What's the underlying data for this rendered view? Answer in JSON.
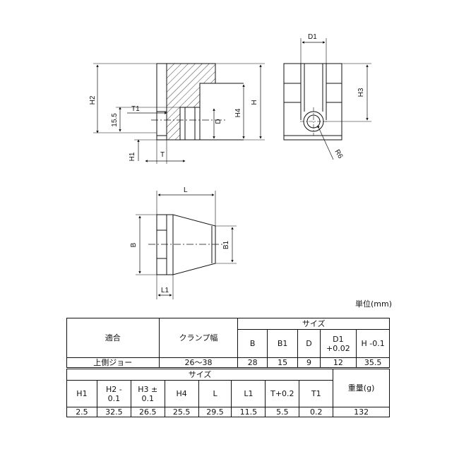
{
  "drawing": {
    "front": {
      "h2": "H2",
      "d155": "15.5",
      "t1": "T1",
      "d": "D",
      "h4": "H4",
      "h": "H",
      "h1": "H1",
      "t": "T"
    },
    "side": {
      "d1": "D1",
      "h3": "H3",
      "r6": "R6"
    },
    "plan": {
      "l": "L",
      "b": "B",
      "b1": "B1",
      "l1": "L1"
    }
  },
  "unit": "単位(mm)",
  "table1": {
    "col_fit": "適合",
    "col_clamp": "クランプ幅",
    "size_header": "サイズ",
    "sub": [
      "B",
      "B1",
      "D",
      "D1\n+0.02",
      "H -0.1"
    ],
    "row": {
      "fit": "上側ジョー",
      "clamp": "26〜38",
      "values": [
        "28",
        "15",
        "9",
        "12",
        "35.5"
      ]
    }
  },
  "table2": {
    "size_header": "サイズ",
    "weight_header": "重量(g)",
    "sub": [
      "H1",
      "H2 -\n0.1",
      "H3 ±\n0.1",
      "H4",
      "L",
      "L1",
      "T+0.2",
      "T1"
    ],
    "values": [
      "2.5",
      "32.5",
      "26.5",
      "25.5",
      "29.5",
      "11.5",
      "5.5",
      "0.2"
    ],
    "weight": "132"
  }
}
